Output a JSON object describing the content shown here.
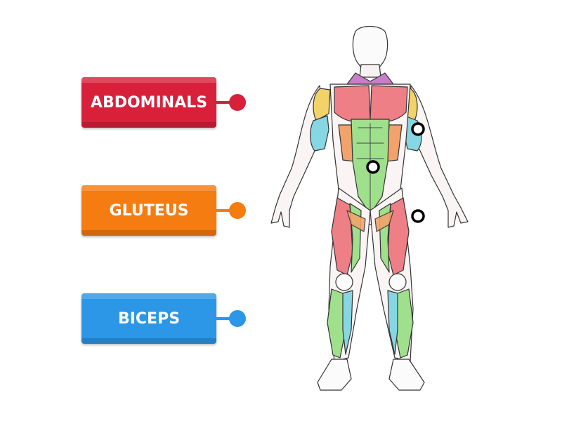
{
  "labels": [
    {
      "text": "ABDOMINALS",
      "color": "#d8203a",
      "handle_color": "#d8203a"
    },
    {
      "text": "GLUTEUS",
      "color": "#f57c10",
      "handle_color": "#f57c10"
    },
    {
      "text": "BICEPS",
      "color": "#2b97e6",
      "handle_color": "#2b97e6"
    }
  ],
  "figure": {
    "icon": "human-muscle-anatomy-figure"
  },
  "targets": [
    {
      "name": "drop-target-arm"
    },
    {
      "name": "drop-target-abdomen"
    },
    {
      "name": "drop-target-hip"
    }
  ]
}
